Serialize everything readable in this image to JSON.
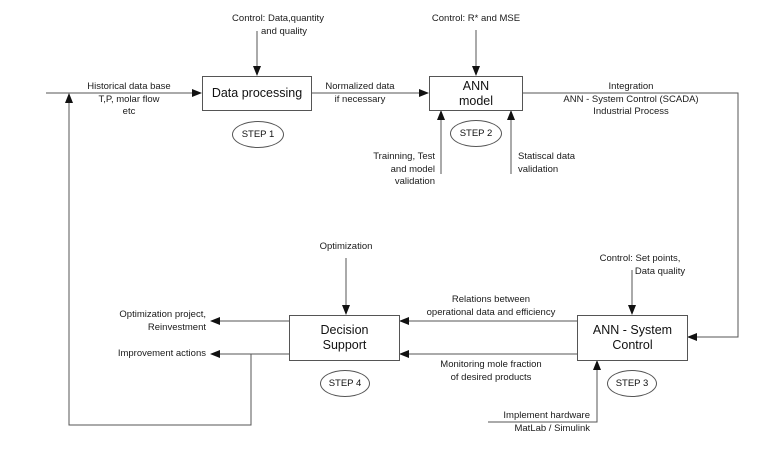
{
  "diagram": {
    "boxes": {
      "data_processing": "Data processing",
      "ann_model": [
        "ANN",
        "model"
      ],
      "ann_system_control": [
        "ANN - System",
        "Control"
      ],
      "decision_support": [
        "Decision",
        "Support"
      ]
    },
    "steps": {
      "step1": "STEP 1",
      "step2": "STEP 2",
      "step3": "STEP 3",
      "step4": "STEP 4"
    },
    "labels": {
      "historical_data": [
        "Historical data base",
        "T,P, molar flow",
        "etc"
      ],
      "control_data_quality": [
        "Control: Data,quantity",
        "and quality"
      ],
      "normalized_data": [
        "Normalized data",
        "if necessary"
      ],
      "control_r_mse": "Control: R* and MSE",
      "integration": [
        "Integration",
        "ANN - System Control (SCADA)",
        "Industrial Process"
      ],
      "training_test": [
        "Trainning, Test",
        "and model",
        "validation"
      ],
      "statistical_validation": [
        "Statiscal data",
        "validation"
      ],
      "optimization": "Optimization",
      "control_set_points": [
        "Control: Set points,",
        "Data quality"
      ],
      "relations": [
        "Relations between",
        "operational data and efficiency"
      ],
      "monitoring": [
        "Monitoring mole fraction",
        "of desired products"
      ],
      "optimization_project": [
        "Optimization project,",
        "Reinvestment"
      ],
      "improvement_actions": "Improvement actions",
      "implement_hardware": [
        "Implement hardware",
        "MatLab / Simulink"
      ]
    },
    "colors": {
      "line": "#555555",
      "text": "#111111",
      "background": "#ffffff"
    }
  }
}
